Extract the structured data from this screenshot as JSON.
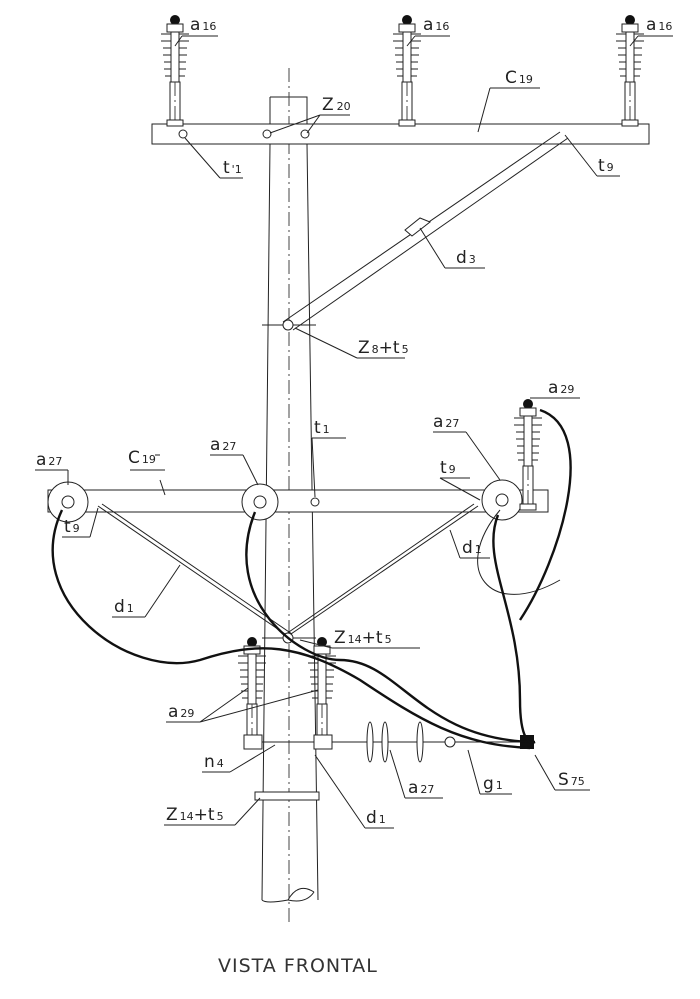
{
  "drawing": {
    "title": "VISTA FRONTAL",
    "labels": {
      "a16_left": {
        "main": "a",
        "sub": "16"
      },
      "a16_center": {
        "main": "a",
        "sub": "16"
      },
      "a16_right": {
        "main": "a",
        "sub": "16"
      },
      "c19_top": {
        "main": "C",
        "sub": "19"
      },
      "z20": {
        "main": "Z",
        "sub": "20"
      },
      "t1_prime": {
        "main": "t",
        "sub": "'1"
      },
      "t9_top": {
        "main": "t",
        "sub": "9"
      },
      "d3": {
        "main": "d",
        "sub": "3"
      },
      "z8_t5": {
        "main": "Z",
        "sub": "8",
        "plus": "+t",
        "sub2": "5"
      },
      "a29_top": {
        "main": "a",
        "sub": "29"
      },
      "a27_left": {
        "main": "a",
        "sub": "27"
      },
      "c19_mid": {
        "main": "C",
        "sub": "19"
      },
      "a27_center": {
        "main": "a",
        "sub": "27"
      },
      "t1": {
        "main": "t",
        "sub": "1"
      },
      "a27_right": {
        "main": "a",
        "sub": "27"
      },
      "t9_right": {
        "main": "t",
        "sub": "9"
      },
      "t9_left": {
        "main": "t",
        "sub": "9"
      },
      "d1_right": {
        "main": "d",
        "sub": "1"
      },
      "d1_left": {
        "main": "d",
        "sub": "1"
      },
      "z14_t5_upper": {
        "main": "Z",
        "sub": "14",
        "plus": "+t",
        "sub2": "5"
      },
      "a29_lower": {
        "main": "a",
        "sub": "29"
      },
      "n4": {
        "main": "n",
        "sub": "4"
      },
      "a27_lower": {
        "main": "a",
        "sub": "27"
      },
      "g1": {
        "main": "g",
        "sub": "1"
      },
      "s75": {
        "main": "S",
        "sub": "75"
      },
      "z14_t5_lower": {
        "main": "Z",
        "sub": "14",
        "plus": "+t",
        "sub2": "5"
      },
      "d1_lower": {
        "main": "d",
        "sub": "1"
      }
    }
  }
}
